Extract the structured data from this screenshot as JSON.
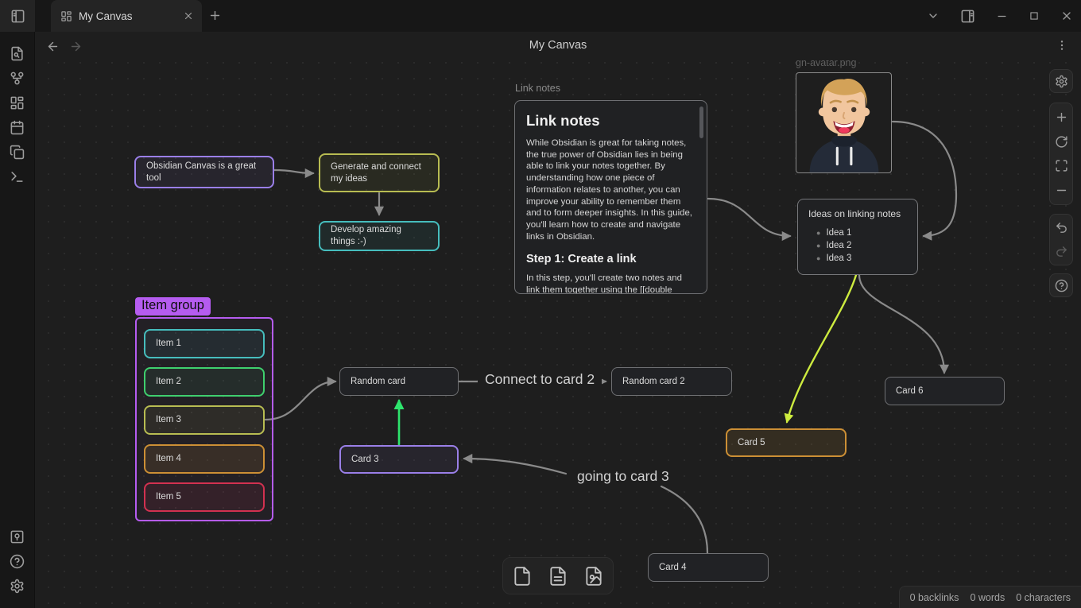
{
  "colors": {
    "purple": "#9a7fe8",
    "group-purple": "#b55cf0",
    "yellow": "#b8bc52",
    "teal": "#46bdbd",
    "green": "#3fcf6e",
    "orange": "#cc8f35",
    "red": "#d23150",
    "gray-border": "#6f7073",
    "edge": "#8a8a8a",
    "edge-green": "#2ee56d",
    "edge-yellow": "#cdeb3f"
  },
  "titlebar": {
    "tab_title": "My Canvas"
  },
  "header": {
    "title": "My Canvas"
  },
  "note": {
    "label": "Link notes",
    "h1": "Link notes",
    "p1": "While Obsidian is great for taking notes, the true power of Obsidian lies in being able to link your notes together. By understanding how one piece of information relates to another, you can improve your ability to remember them and to form deeper insights. In this guide, you'll learn how to create and navigate links in Obsidian.",
    "h2": "Step 1: Create a link",
    "p2": "In this step, you'll create two notes and link them together using the [[double bracket syntax]]"
  },
  "image_node": {
    "label": "gh-avatar.png"
  },
  "ideas": {
    "title": "Ideas on linking notes",
    "items": [
      "Idea 1",
      "Idea 2",
      "Idea 3"
    ]
  },
  "cards": {
    "obsidian": "Obsidian Canvas is a great tool",
    "generate": "Generate and connect my ideas",
    "develop": "Develop amazing things :-)",
    "random1": "Random card",
    "random2": "Random card 2",
    "card3": "Card 3",
    "card4": "Card 4",
    "card5": "Card 5",
    "card6": "Card 6"
  },
  "group": {
    "label": "Item group",
    "items": [
      "Item 1",
      "Item 2",
      "Item 3",
      "Item 4",
      "Item 5"
    ]
  },
  "edge_labels": {
    "connect": "Connect to card 2",
    "going": "going to card 3"
  },
  "statusbar": {
    "backlinks": "0 backlinks",
    "words": "0 words",
    "characters": "0 characters"
  }
}
